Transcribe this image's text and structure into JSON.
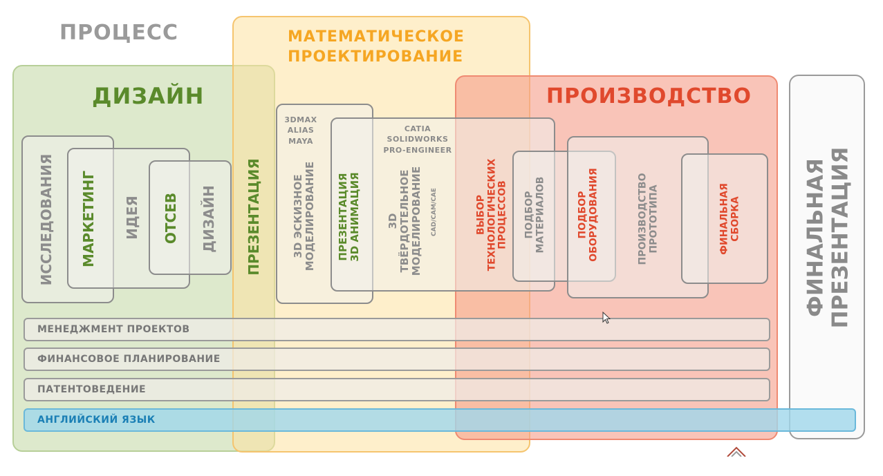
{
  "process_label": "ПРОЦЕСС",
  "zones": {
    "design": "ДИЗАЙН",
    "math": "МАТЕМАТИЧЕСКОЕ\nПРОЕКТИРОВАНИЕ",
    "production": "ПРОИЗВОДСТВО"
  },
  "design_steps": {
    "research": "ИССЛЕДОВАНИЯ",
    "marketing": "МАРКЕТИНГ",
    "idea": "ИДЕЯ",
    "selection": "ОТСЕВ",
    "design": "ДИЗАЙН",
    "presentation": "ПРЕЗЕНТАЦИЯ"
  },
  "math_steps": {
    "tools_3d": "3DMAX\nALIAS\nMAYA",
    "sketch_modeling": "3D ЭСКИЗНОЕ\nМОДЕЛИРОВАНИЕ",
    "presentation_anim": "ПРЕЗЕНТАЦИЯ\n3D АНИМАЦИЯ",
    "tools_cad": "CATIA\nSOLIDWORKS\nPRO-ENGINEER",
    "solid_modeling": "3D\nТВЁРДОТЕЛЬНОЕ\nМОДЕЛИРОВАНИЕ",
    "cad_cam_cae": "CAD/CAM/CAE"
  },
  "production_steps": {
    "tech_processes": "ВЫБОР\nТЕХНОЛОГИЧЕСКИХ\nПРОЦЕССОВ",
    "materials": "ПОДБОР\nМАТЕРИАЛОВ",
    "equipment": "ПОДБОР\nОБОРУДОВАНИЯ",
    "prototype": "ПРОИЗВОДСТВО\nПРОТОТИПА",
    "assembly": "ФИНАЛЬНАЯ\nСБОРКА"
  },
  "final": "ФИНАЛЬНАЯ\nПРЕЗЕНТАЦИЯ",
  "bars": {
    "management": "МЕНЕДЖМЕНТ ПРОЕКТОВ",
    "finance": "ФИНАНСОВОЕ ПЛАНИРОВАНИЕ",
    "patents": "ПАТЕНТОВЕДЕНИЕ",
    "english": "АНГЛИЙСКИЙ ЯЗЫК"
  },
  "colors": {
    "design_green": "#5a8a2b",
    "math_orange": "#f5a623",
    "production_red": "#e0492d",
    "english_blue": "#1a7fb5",
    "gray": "#8c8c8c"
  }
}
